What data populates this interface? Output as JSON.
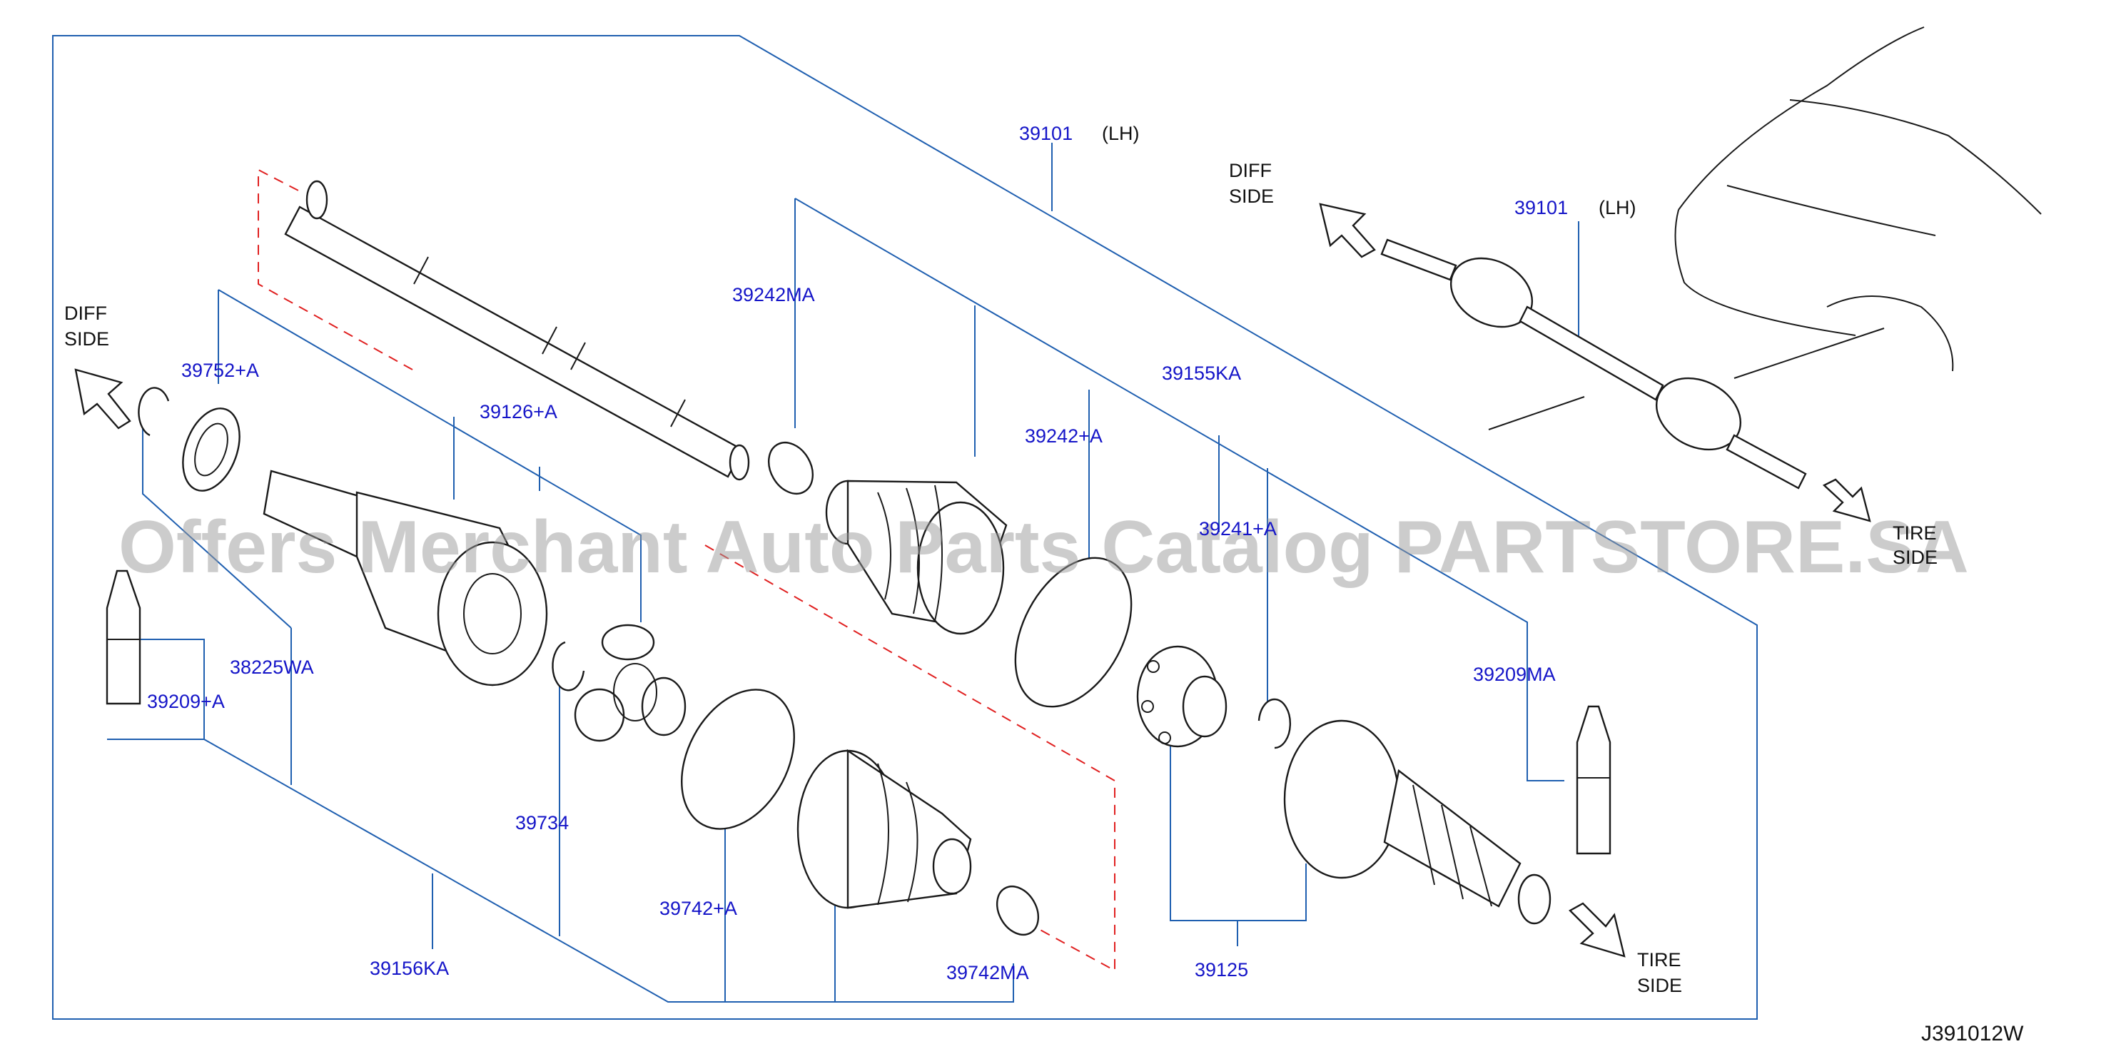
{
  "colors": {
    "part_number": "#1515c8",
    "leader": "#1f5fb0",
    "dashed": "#e02020",
    "watermark": "#9a9a9a"
  },
  "watermark": "Offers Merchant Auto Parts Catalog PARTSTORE.SA",
  "diagram_code": "J391012W",
  "direction_labels": {
    "diff_side_left": [
      "DIFF",
      "SIDE"
    ],
    "diff_side_right": [
      "DIFF",
      "SIDE"
    ],
    "tire_side_bottom": [
      "TIRE",
      "SIDE"
    ],
    "tire_side_right": [
      "TIRE",
      "SIDE"
    ]
  },
  "parts": {
    "p39101_main": {
      "number": "39101",
      "suffix": "(LH)"
    },
    "p39101_overview": {
      "number": "39101",
      "suffix": "(LH)"
    },
    "p39242MA": {
      "number": "39242MA"
    },
    "p39155KA": {
      "number": "39155KA"
    },
    "p39242A": {
      "number": "39242+A"
    },
    "p39241A": {
      "number": "39241+A"
    },
    "p39752A": {
      "number": "39752+A"
    },
    "p39126A": {
      "number": "39126+A"
    },
    "p38225WA": {
      "number": "38225WA"
    },
    "p39209A": {
      "number": "39209+A"
    },
    "p39209MA": {
      "number": "39209MA"
    },
    "p39734": {
      "number": "39734"
    },
    "p39742A": {
      "number": "39742+A"
    },
    "p39742MA": {
      "number": "39742MA"
    },
    "p39156KA": {
      "number": "39156KA"
    },
    "p39125": {
      "number": "39125"
    }
  }
}
